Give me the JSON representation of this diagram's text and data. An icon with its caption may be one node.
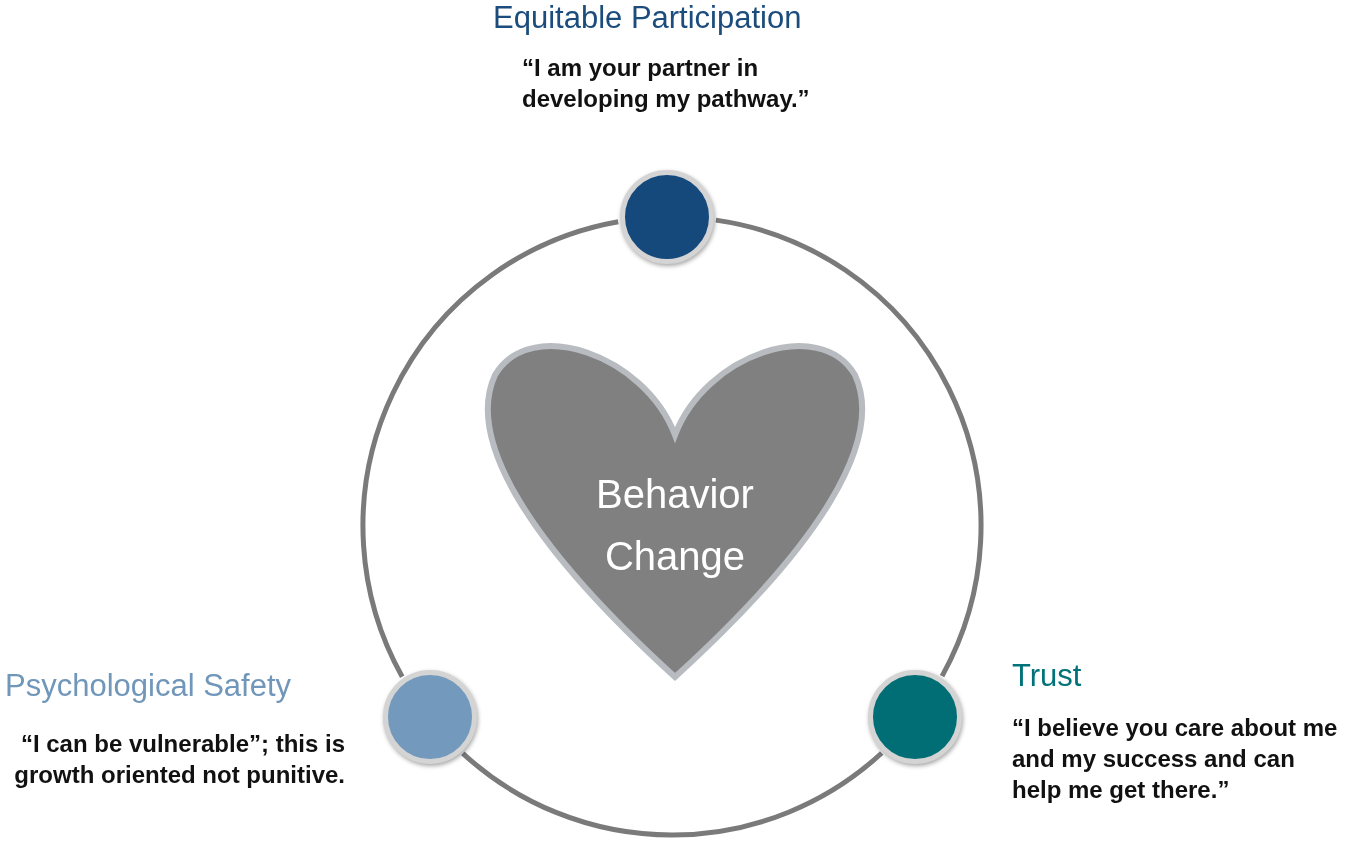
{
  "diagram": {
    "nodes": [
      {
        "text": [
          "Equitable Participation",
          "“I am your partner in developing my pathway.”"
        ]
      },
      {
        "text": [
          "Behavior Change"
        ]
      },
      {
        "text": [
          "Psychological Safety",
          "“I can be vulnerable”; this is growth oriented not punitive."
        ]
      },
      {
        "text": [
          "Trust",
          "“I believe you care about me and my success and can help me get there.”"
        ]
      }
    ],
    "edges": [
      {
        "from": 0,
        "to": 3,
        "arrow": "none"
      },
      {
        "from": 3,
        "to": 2,
        "arrow": "none"
      },
      {
        "from": 2,
        "to": 0,
        "arrow": "none"
      }
    ]
  }
}
